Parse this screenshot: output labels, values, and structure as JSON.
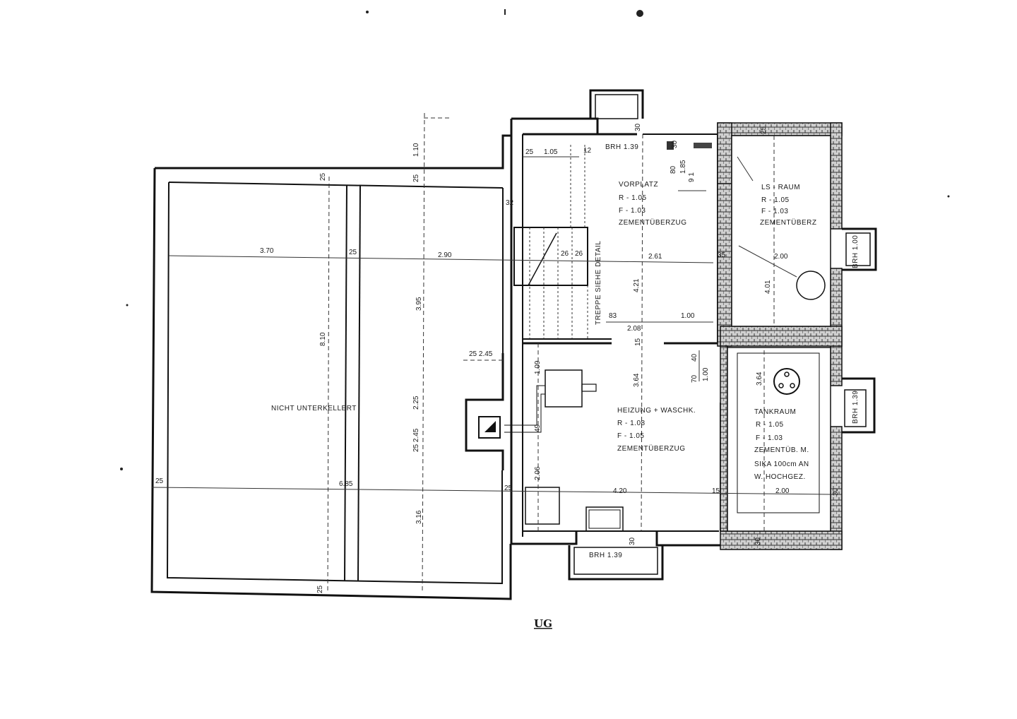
{
  "plan_title": "UG",
  "rooms": {
    "nicht_unterkellert": "NICHT UNTERKELLERT",
    "vorplatz": {
      "name": "VORPLATZ",
      "r": "R - 1.05",
      "f": "F - 1.03",
      "floor": "ZEMENTÜBERZUG"
    },
    "ls_raum": {
      "name": "LS - RAUM",
      "r": "R - 1.05",
      "f": "F - 1.03",
      "floor": "ZEMENTÜBERZ"
    },
    "heizung": {
      "name": "HEIZUNG + WASCHK.",
      "r": "R - 1.08",
      "f": "F - 1.05",
      "floor": "ZEMENTÜBERZUG"
    },
    "tankraum": {
      "name": "TANKRAUM",
      "r": "R - 1.05",
      "f": "F - 1.03",
      "floor1": "ZEMENTÜB. M.",
      "floor2": "SIKA 100cm AN",
      "floor3": "W. HOCHGEZ.",
      "width": "2.00"
    }
  },
  "notes": {
    "treppe": "TREPPE SIEHE DETAIL",
    "brh_top": "BRH 1.39",
    "brh_bottom": "BRH 1.39",
    "brh_right1": "BRH 1.00",
    "brh_right2": "BRH 1.39"
  },
  "dimensions": {
    "d_3_70": "3.70",
    "d_25_a": "25",
    "d_2_90": "2.90",
    "d_8_10": "8.10",
    "d_3_95": "3.95",
    "d_6_85": "6.85",
    "d_3_16": "3.16",
    "d_25_b": "25",
    "d_25_c": "25",
    "d_25_d": "25",
    "d_1_10": "1.10",
    "d_25_e": "25",
    "d_32": "32",
    "d_2_25": "2.25",
    "d_2_45_a": "2.45",
    "d_25_2_45": "25 2.45",
    "d_25_2_45_b": "25 2.45",
    "d_25_f": "25",
    "d_1_05": "1.05",
    "d_12": "12",
    "d_26_a": "26",
    "d_26_b": "26",
    "d_2_61": "2.61",
    "d_4_21": "4.21",
    "d_83": "83",
    "d_1_00": "1.00",
    "d_2_08": "2.08",
    "d_15_a": "15",
    "d_80": "80",
    "d_1_85": "1.85",
    "d_91": "9 1",
    "d_30_a": "30",
    "d_30_b": "30",
    "d_35": "35",
    "d_2_00": "2.00",
    "d_4_01": "4.01",
    "d_25_g": "25",
    "d_3_64_a": "3.64",
    "d_40": "40",
    "d_70": "70",
    "d_1_00_b": "1.00",
    "d_1_09": "1.09",
    "d_49": "49",
    "d_2_06": "2.06",
    "d_4_20": "4.20",
    "d_15_b": "15",
    "d_3_64_b": "3.64",
    "d_30_c": "30",
    "d_30_d": "30",
    "d_30_e": "30"
  }
}
